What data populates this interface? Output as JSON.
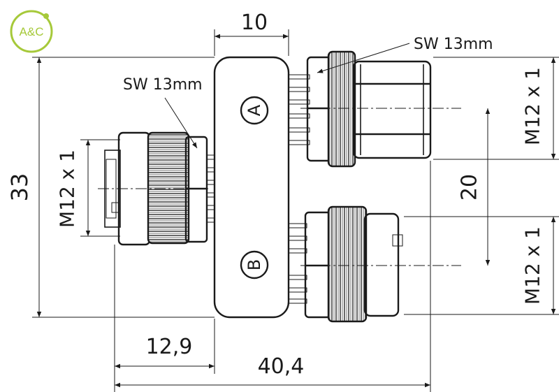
{
  "logo": {
    "text": "A&C",
    "color": "#a6c93a"
  },
  "labels": {
    "dim_top_width": "10",
    "dim_height": "33",
    "dim_pitch": "20",
    "dim_left_offset": "12,9",
    "dim_total_length": "40,4",
    "sw_left": "SW 13mm",
    "sw_right": "SW 13mm",
    "thread_left": "M12 x 1",
    "thread_right_top": "M12 x 1",
    "thread_right_bottom": "M12 x 1",
    "port_a": "A",
    "port_b": "B"
  },
  "colors": {
    "ink": "#1a1a1a",
    "background": "#ffffff"
  }
}
